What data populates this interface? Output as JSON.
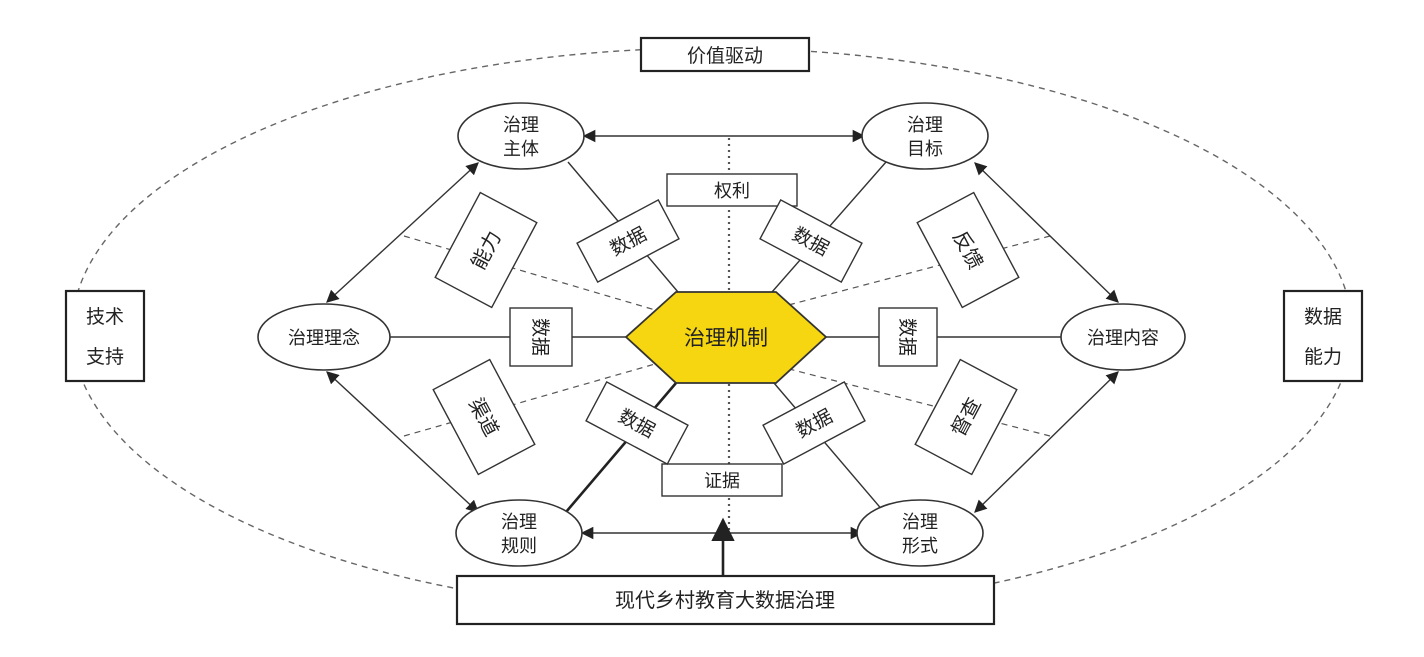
{
  "outer": {
    "top": "价值驱动",
    "left": [
      "技术",
      "支持"
    ],
    "right": [
      "数据",
      "能力"
    ],
    "bottom": "现代乡村教育大数据治理"
  },
  "center": "治理机制",
  "nodes": {
    "subject": [
      "治理",
      "主体"
    ],
    "goal": [
      "治理",
      "目标"
    ],
    "concept": "治理理念",
    "content": "治理内容",
    "rules": [
      "治理",
      "规则"
    ],
    "form": [
      "治理",
      "形式"
    ]
  },
  "labels": {
    "rights": "权利",
    "evidence": "证据",
    "capability": "能力",
    "feedback": "反馈",
    "channel": "渠道",
    "supervision": "督查",
    "data": "数据"
  }
}
